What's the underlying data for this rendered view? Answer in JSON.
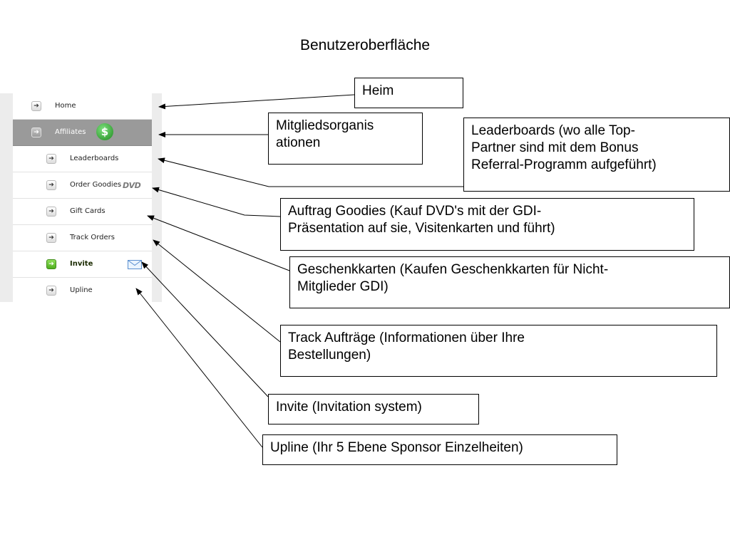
{
  "title": "Benutzeroberfläche",
  "menu": {
    "items": [
      {
        "label": "Home",
        "icon": "arrow-right-icon"
      },
      {
        "label": "Affiliates",
        "icon": "arrow-right-icon",
        "badge_icon": "dollar-icon",
        "badge_text": "$",
        "active": true
      },
      {
        "label": "Leaderboards",
        "icon": "arrow-right-icon"
      },
      {
        "label": "Order Goodies",
        "icon": "arrow-right-icon",
        "badge_icon": "dvd-icon",
        "badge_text": "DVD"
      },
      {
        "label": "Gift Cards",
        "icon": "arrow-right-icon"
      },
      {
        "label": "Track Orders",
        "icon": "arrow-right-icon"
      },
      {
        "label": "Invite",
        "icon": "arrow-right-icon",
        "badge_icon": "mail-icon",
        "highlight": true
      },
      {
        "label": "Upline",
        "icon": "arrow-right-icon"
      }
    ],
    "arrow_glyph": "➔"
  },
  "callouts": [
    {
      "line1": "Heim",
      "line2": "",
      "line3": ""
    },
    {
      "line1": "Mitgliedsorganis",
      "line2": "ationen",
      "line3": ""
    },
    {
      "line1": "Leaderboards (wo alle Top-",
      "line2": "Partner sind mit dem Bonus",
      "line3": "Referral-Programm aufgeführt)"
    },
    {
      "line1": "Auftrag Goodies (Kauf DVD's mit der GDI-",
      "line2": "Präsentation auf sie, Visitenkarten und führt)",
      "line3": ""
    },
    {
      "line1": "Geschenkkarten (Kaufen Geschenkkarten für Nicht-",
      "line2": "Mitglieder GDI)",
      "line3": ""
    },
    {
      "line1": "Track Aufträge (Informationen über Ihre",
      "line2": "Bestellungen)",
      "line3": ""
    },
    {
      "line1": "Invite (Invitation system)",
      "line2": "",
      "line3": ""
    },
    {
      "line1": "Upline (Ihr 5 Ebene Sponsor Einzelheiten)",
      "line2": "",
      "line3": ""
    }
  ],
  "colors": {
    "active_row": "#9a9a9a",
    "gutter": "#ececec",
    "invite_button": "#4fae1f",
    "dollar_badge": "#1e8a1e"
  }
}
